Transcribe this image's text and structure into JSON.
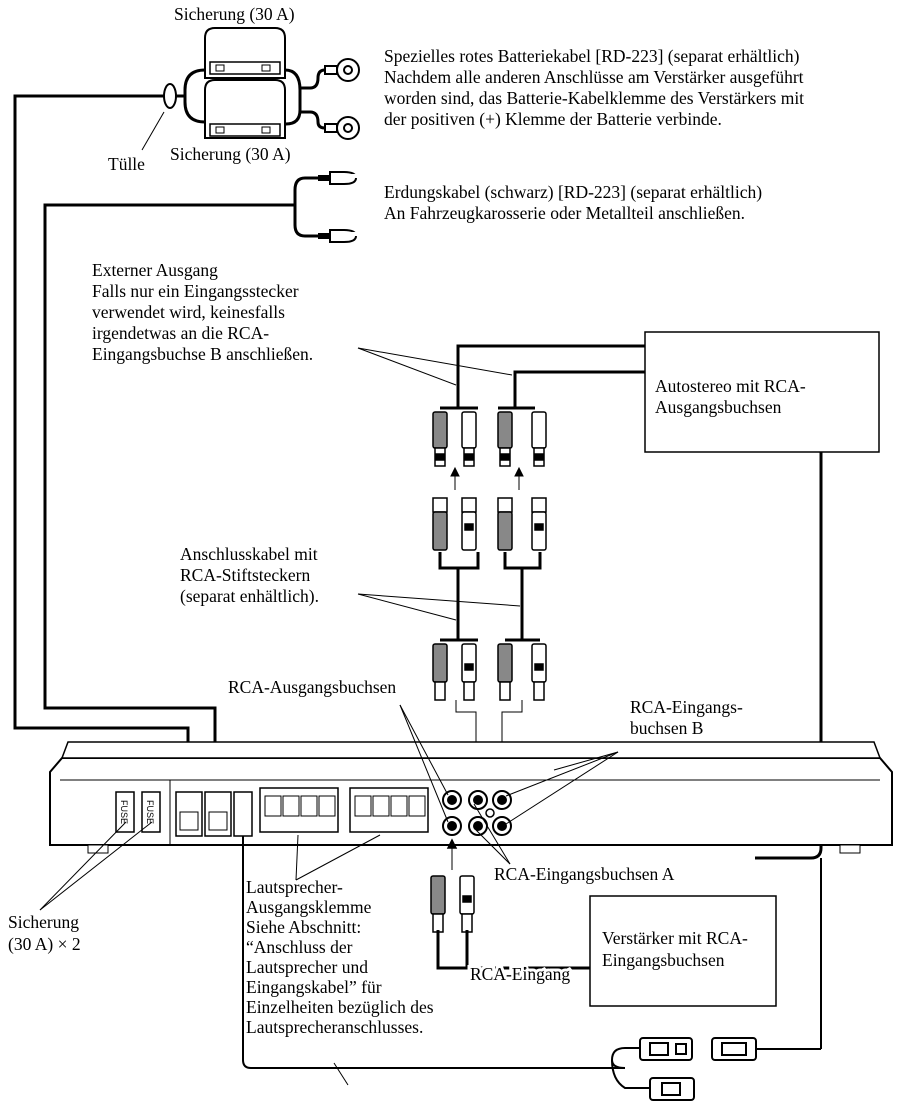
{
  "labels": {
    "fuse_top": "Sicherung (30 A)",
    "fuse_mid": "Sicherung (30 A)",
    "grommet": "Tülle",
    "battery_cable": [
      "Spezielles rotes Batteriekabel [RD-223] (separat erhältlich)",
      "Nachdem alle anderen Anschlüsse am Verstärker ausgeführt",
      "worden sind, das Batterie-Kabelklemme des Verstärkers mit",
      "der positiven (+) Klemme der Batterie verbinde."
    ],
    "ground_cable": [
      "Erdungskabel (schwarz) [RD-223] (separat erhältlich)",
      "An Fahrzeugkarosserie oder Metallteil anschließen."
    ],
    "external_output": [
      "Externer Ausgang",
      "Falls nur ein Eingangsstecker",
      "verwendet wird, keinesfalls",
      "irgendetwas an die RCA-",
      "Eingangsbuchse B anschließen."
    ],
    "autostereo": [
      "Autostereo mit RCA-",
      "Ausgangsbuchsen"
    ],
    "connection_cable": [
      "Anschlusskabel mit",
      "RCA-Stiftsteckern",
      "(separat enhältlich)."
    ],
    "rca_output_jacks": "RCA-Ausgangsbuchsen",
    "rca_input_b": [
      "RCA-Eingangs-",
      "buchsen B"
    ],
    "rca_input_a": "RCA-Eingangsbuchsen A",
    "speaker_terminal": [
      "Lautsprecher-",
      "Ausgangsklemme",
      "Siehe Abschnitt:",
      "“Anschluss der",
      "Lautsprecher und",
      "Eingangskabel” für",
      "Einzelheiten bezüglich des",
      "Lautsprecheranschlusses."
    ],
    "fuse_count": [
      "Sicherung",
      "(30 A) × 2"
    ],
    "amplifier": [
      "Verstärker mit RCA-",
      "Eingangsbuchsen"
    ],
    "rca_input": "RCA-Eingang",
    "fuse_mark": "FUSE"
  }
}
